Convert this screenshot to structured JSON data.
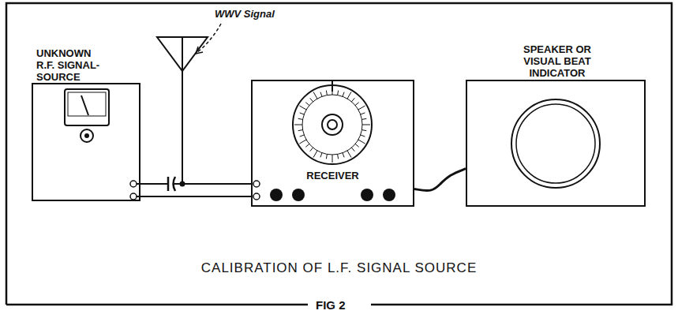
{
  "diagram": {
    "caption": "CALIBRATION OF L.F. SIGNAL SOURCE",
    "nodes": [
      {
        "text": [
          "UNKNOWN R.F. SIGNAL- SOURCE"
        ]
      },
      {
        "text": [
          "RECEIVER"
        ]
      },
      {
        "text": [
          "SPEAKER OR VISUAL BEAT INDICATOR"
        ]
      }
    ],
    "edges": [
      {
        "from": 0,
        "to": 1,
        "arrow": "none"
      },
      {
        "from": 1,
        "to": 2,
        "arrow": "none"
      }
    ],
    "labels": [
      "WWV Signal",
      "FIG 2"
    ]
  }
}
